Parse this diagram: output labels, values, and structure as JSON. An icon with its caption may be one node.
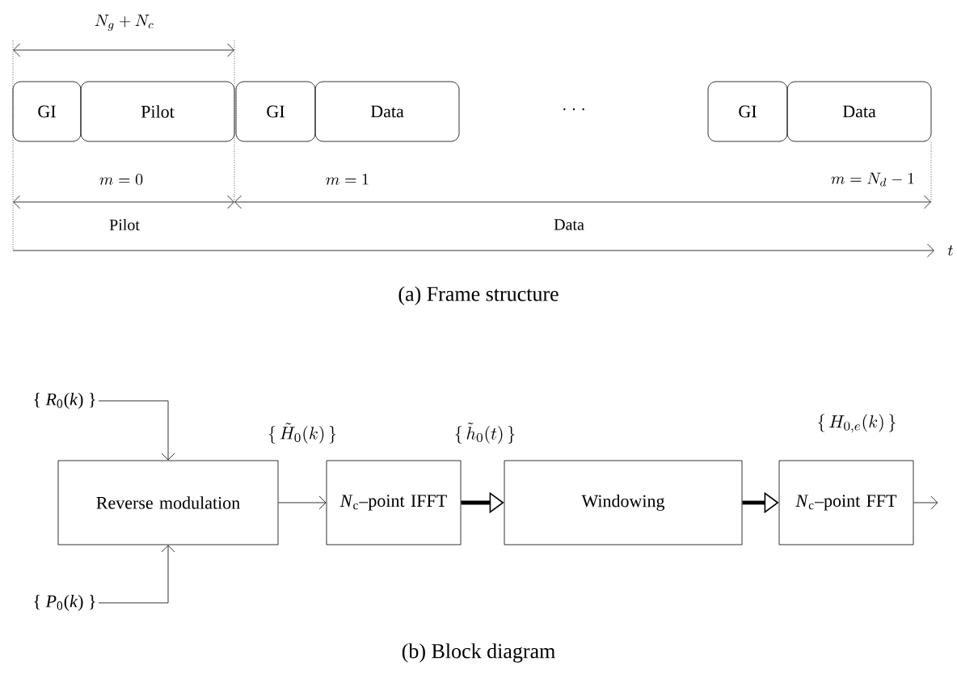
{
  "diagram": {
    "nodes": [
      {
        "text": [
          "GI"
        ]
      },
      {
        "text": [
          "Pilot"
        ]
      },
      {
        "text": [
          "GI"
        ]
      },
      {
        "text": [
          "Data"
        ]
      },
      {
        "text": [
          "GI"
        ]
      },
      {
        "text": [
          "Data"
        ]
      },
      {
        "text": [
          "{ *R*$_{0}$(*k*) }"
        ]
      },
      {
        "text": [
          "{ *P*$_{0}$(*k*) }"
        ]
      },
      {
        "text": [
          "Reverse modulation"
        ]
      },
      {
        "text": [
          "*N*$_{c}$–point IFFT"
        ]
      },
      {
        "text": [
          "Windowing"
        ]
      },
      {
        "text": [
          "*N*$_{c}$–point FFT"
        ]
      }
    ],
    "edges": [
      {
        "from": 6,
        "to": 8,
        "arrow": "to"
      },
      {
        "from": 7,
        "to": 8,
        "arrow": "to"
      },
      {
        "from": 8,
        "to": 9,
        "arrow": "to",
        "label": "\\{\\, \\tilde{H}_0(k) \\,\\}"
      },
      {
        "from": 9,
        "to": 10,
        "arrow": "to",
        "style": "thick",
        "label": "\\{\\, \\tilde{h}_0(t) \\,\\}"
      },
      {
        "from": 10,
        "to": 11,
        "arrow": "to",
        "style": "thick"
      },
      {
        "from": 11,
        "to": null,
        "arrow": "to",
        "label": "\\{\\, H_{0,e}(k) \\,\\}"
      }
    ],
    "labels": [
      "N_g + N_c",
      "· · ·",
      "m = 0",
      "m = 1",
      "m = N_d - 1",
      "Pilot",
      "Data",
      "t",
      "(a) Frame structure",
      "(b) Block diagram"
    ]
  }
}
